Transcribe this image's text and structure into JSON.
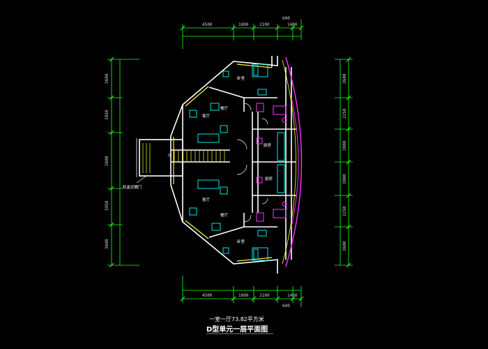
{
  "colors": {
    "background": "#000000",
    "wall": "#ffffff",
    "dimension": "#22ff22",
    "window": "#ffff33",
    "fixture": "#00ffff",
    "sanitary": "#ff33ff",
    "label": "#ffffff"
  },
  "dimensions": {
    "top": [
      "4500",
      "1800",
      "2100",
      "1400",
      "600"
    ],
    "bottom": [
      "4500",
      "1800",
      "2100",
      "1400",
      "600"
    ],
    "left": [
      "3600",
      "3950",
      "2600",
      "3950",
      "3600"
    ],
    "right": [
      "3600",
      "2250",
      "3000",
      "3000",
      "2250",
      "3600"
    ]
  },
  "rooms": {
    "bedroom": "卧室",
    "dining": "餐厅",
    "living": "客厅",
    "kitchen": "厨房",
    "stair_up": "上",
    "gate_note": "防盗式栅门"
  },
  "captions": {
    "area": "一室一厅73.82平方米",
    "title": "D型单元一层平面图"
  }
}
